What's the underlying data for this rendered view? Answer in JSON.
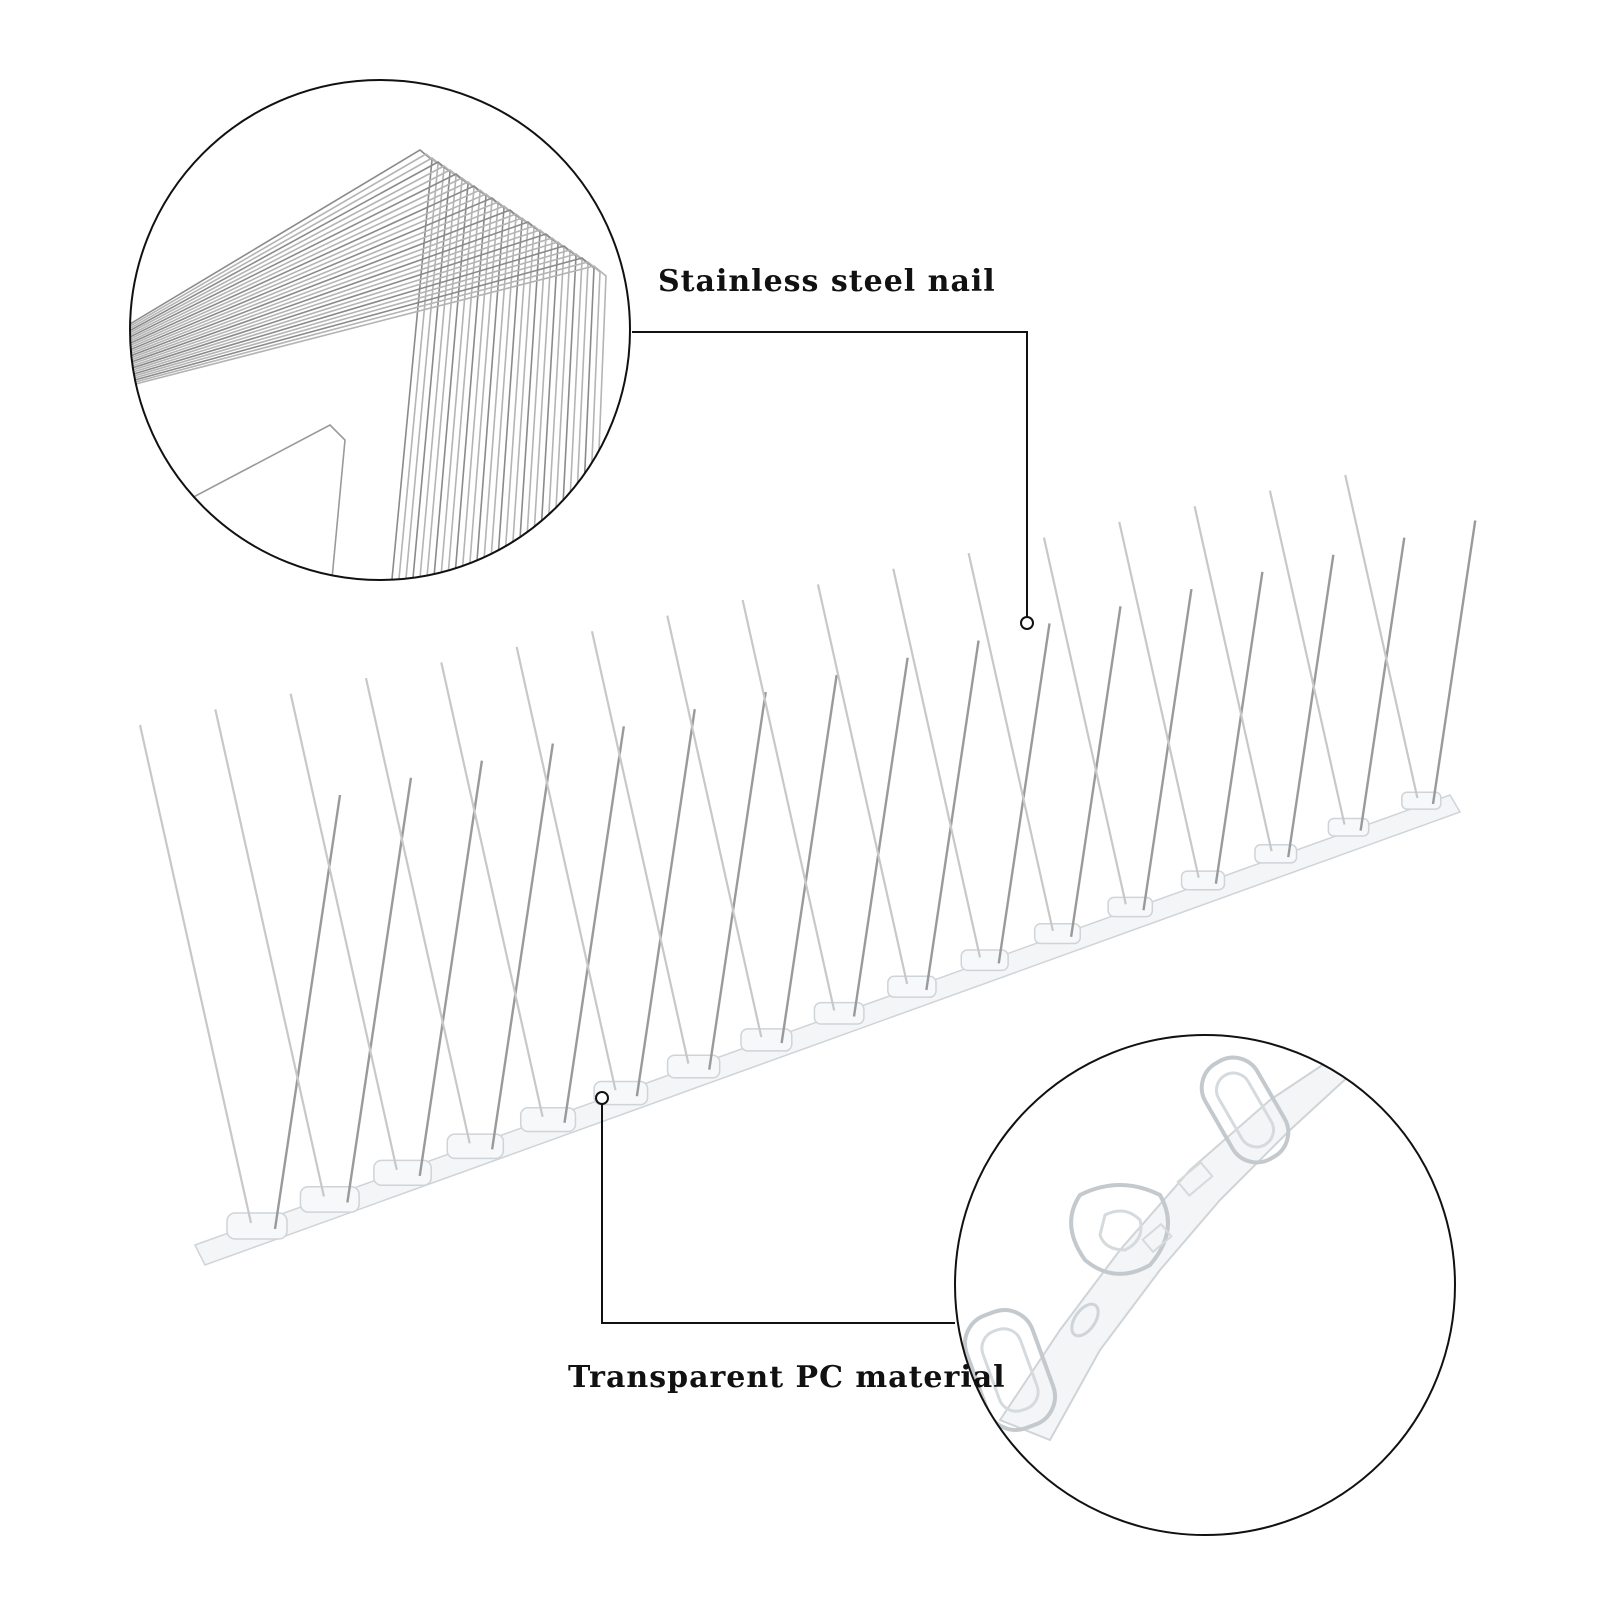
{
  "callouts": {
    "steel_label": "Stainless steel nail",
    "pc_label": "Transparent PC material"
  },
  "colors": {
    "background": "#ffffff",
    "outline": "#111111",
    "wire": "#9a9a9a",
    "wire_light": "#c8c8c8",
    "plastic_edge": "#cfd4d8"
  },
  "illustration": {
    "subject": "bird-spike-strip",
    "spike_pairs": 17,
    "zoom_circles": [
      "stainless-steel-nail-closeup",
      "transparent-pc-base-closeup"
    ]
  }
}
